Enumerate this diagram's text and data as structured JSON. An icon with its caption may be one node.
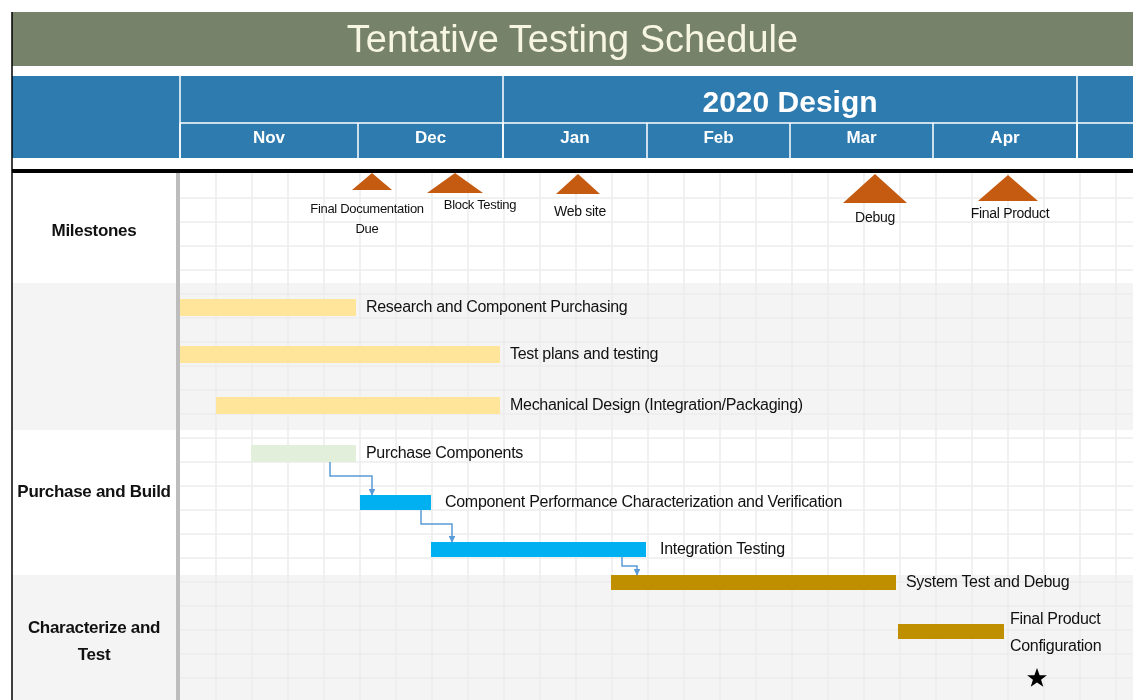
{
  "diagram": {
    "title": "Tentative Testing Schedule",
    "nodes": [
      {
        "text": [],
        "shape": "triangle",
        "beside": [
          "Final Documentation Due"
        ]
      },
      {
        "text": [],
        "shape": "triangle",
        "beside": [
          "Block Testing"
        ]
      },
      {
        "text": [],
        "shape": "triangle",
        "beside": [
          "Web site"
        ]
      },
      {
        "text": [],
        "shape": "triangle",
        "beside": [
          "Debug"
        ]
      },
      {
        "text": [],
        "shape": "triangle",
        "beside": [
          "Final Product"
        ]
      },
      {
        "text": [],
        "shape": "bar",
        "beside": [
          "Research and Component Purchasing"
        ]
      },
      {
        "text": [],
        "shape": "bar",
        "beside": [
          "Test plans and testing"
        ]
      },
      {
        "text": [],
        "shape": "bar",
        "beside": [
          "Mechanical Design (Integration/Packaging)"
        ]
      },
      {
        "text": [],
        "shape": "bar",
        "beside": [
          "Purchase Components"
        ]
      },
      {
        "text": [],
        "shape": "bar",
        "beside": [
          "Component Performance Characterization and Verification"
        ]
      },
      {
        "text": [],
        "shape": "bar",
        "beside": [
          "Integration Testing"
        ]
      },
      {
        "text": [],
        "shape": "bar",
        "beside": [
          "System Test and Debug"
        ]
      },
      {
        "text": [],
        "shape": "bar",
        "beside": [
          "Final Product Configuration"
        ]
      }
    ],
    "edges": [
      {
        "from": 8,
        "to": 9,
        "arrow": "to"
      },
      {
        "from": 9,
        "to": 10,
        "arrow": "to"
      },
      {
        "from": 10,
        "to": 11,
        "arrow": "to"
      }
    ],
    "labels": [
      "2020 Design",
      "Nov",
      "Dec",
      "Jan",
      "Feb",
      "Mar",
      "Apr",
      "Milestones",
      "Purchase and Build",
      "Characterize and Test"
    ]
  }
}
